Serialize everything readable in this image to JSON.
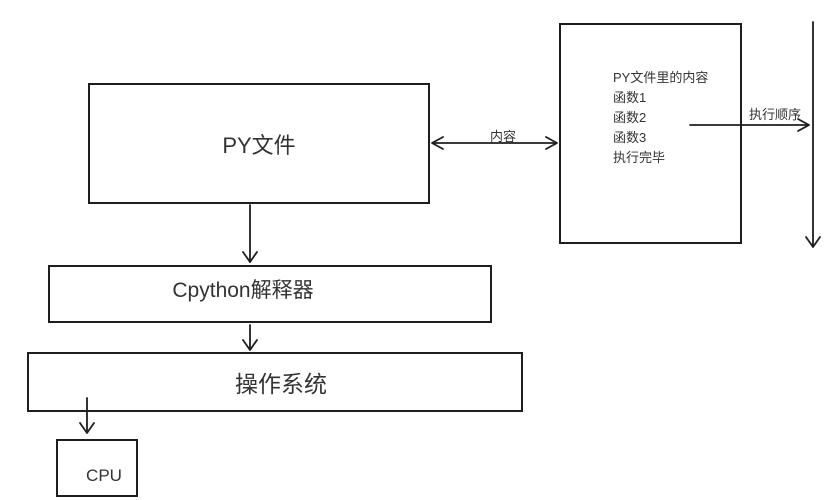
{
  "diagram": {
    "colors": {
      "line": "#1e1e1e",
      "text": "#333333",
      "background": "#ffffff"
    },
    "boxes": {
      "py_file": {
        "label": "PY文件"
      },
      "py_content": {
        "title": "PY文件里的内容",
        "lines": [
          "函数1",
          "函数2",
          "函数3",
          "执行完毕"
        ]
      },
      "cpython": {
        "label": "Cpython解释器"
      },
      "os": {
        "label": "操作系统"
      },
      "cpu": {
        "label": "CPU"
      }
    },
    "arrow_labels": {
      "content": "内容",
      "exec_order": "执行顺序"
    }
  }
}
